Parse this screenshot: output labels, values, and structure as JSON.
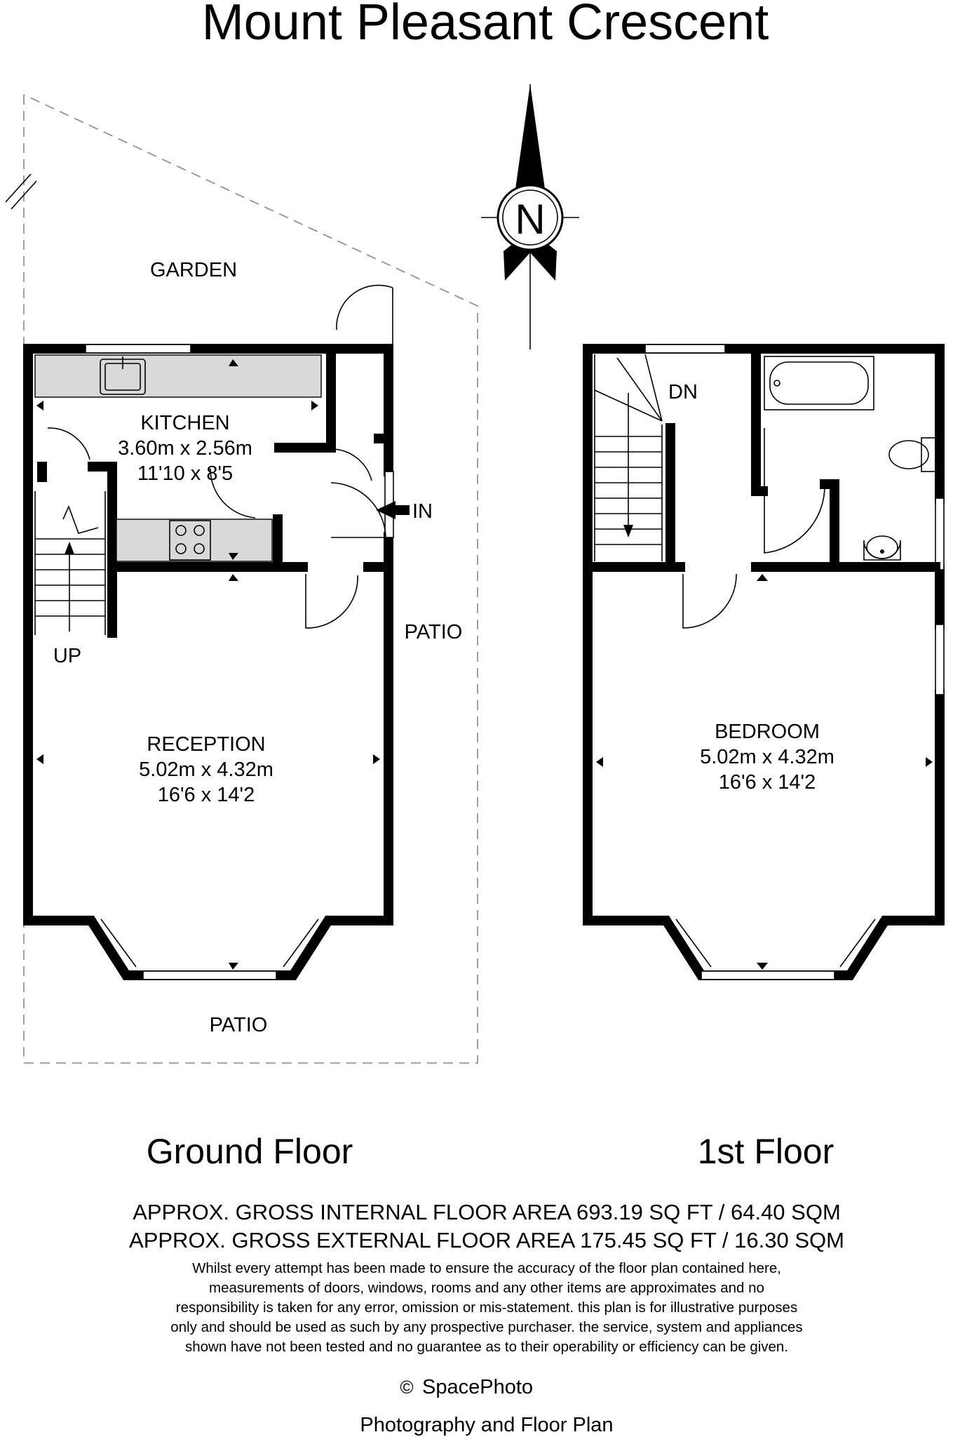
{
  "title": "Mount Pleasant Crescent",
  "compass": {
    "label": "N"
  },
  "ground_floor": {
    "label": "Ground Floor",
    "garden": "GARDEN",
    "patio_side": "PATIO",
    "patio_front": "PATIO",
    "entrance": "IN",
    "stairs": "UP",
    "kitchen": {
      "name": "KITCHEN",
      "metric": "3.60m x 2.56m",
      "imperial": "11'10 x 8'5"
    },
    "reception": {
      "name": "RECEPTION",
      "metric": "5.02m x 4.32m",
      "imperial": "16'6 x 14'2"
    }
  },
  "first_floor": {
    "label": "1st Floor",
    "stairs": "DN",
    "bedroom": {
      "name": "BEDROOM",
      "metric": "5.02m x 4.32m",
      "imperial": "16'6 x 14'2"
    }
  },
  "areas": {
    "internal": "APPROX. GROSS INTERNAL FLOOR AREA 693.19 SQ FT / 64.40 SQM",
    "external": "APPROX. GROSS EXTERNAL FLOOR AREA 175.45 SQ FT / 16.30 SQM"
  },
  "disclaimer": [
    "Whilst every attempt has been made to ensure the accuracy of the floor plan contained here,",
    "measurements of doors, windows, rooms and any other items are approximates and no",
    "responsibility is taken for any error, omission or mis-statement. this plan is for illustrative purposes",
    "only and should be used as such by any prospective purchaser. the service, system and appliances",
    "shown have not been tested and no guarantee as to their operability or efficiency can be given."
  ],
  "credit": {
    "copyright_symbol": "©",
    "company": "SpacePhoto",
    "tagline": "Photography and Floor Plan"
  }
}
